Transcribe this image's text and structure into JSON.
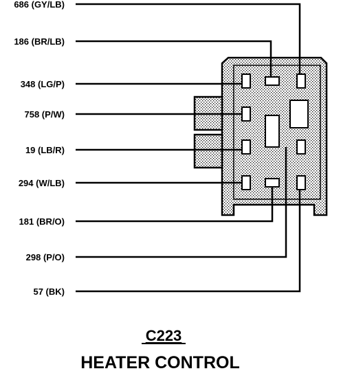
{
  "connector": {
    "id": "C223",
    "description": "HEATER CONTROL"
  },
  "wires": [
    {
      "circuit": "686 (GY/LB)"
    },
    {
      "circuit": "186 (BR/LB)"
    },
    {
      "circuit": "348 (LG/P)"
    },
    {
      "circuit": "758 (P/W)"
    },
    {
      "circuit": "19 (LB/R)"
    },
    {
      "circuit": "294 (W/LB)"
    },
    {
      "circuit": "181 (BR/O)"
    },
    {
      "circuit": "298 (P/O)"
    },
    {
      "circuit": "57 (BK)"
    }
  ],
  "colors": {
    "line": "#000000",
    "background": "#ffffff",
    "connector_fill": "stippled-gray"
  }
}
